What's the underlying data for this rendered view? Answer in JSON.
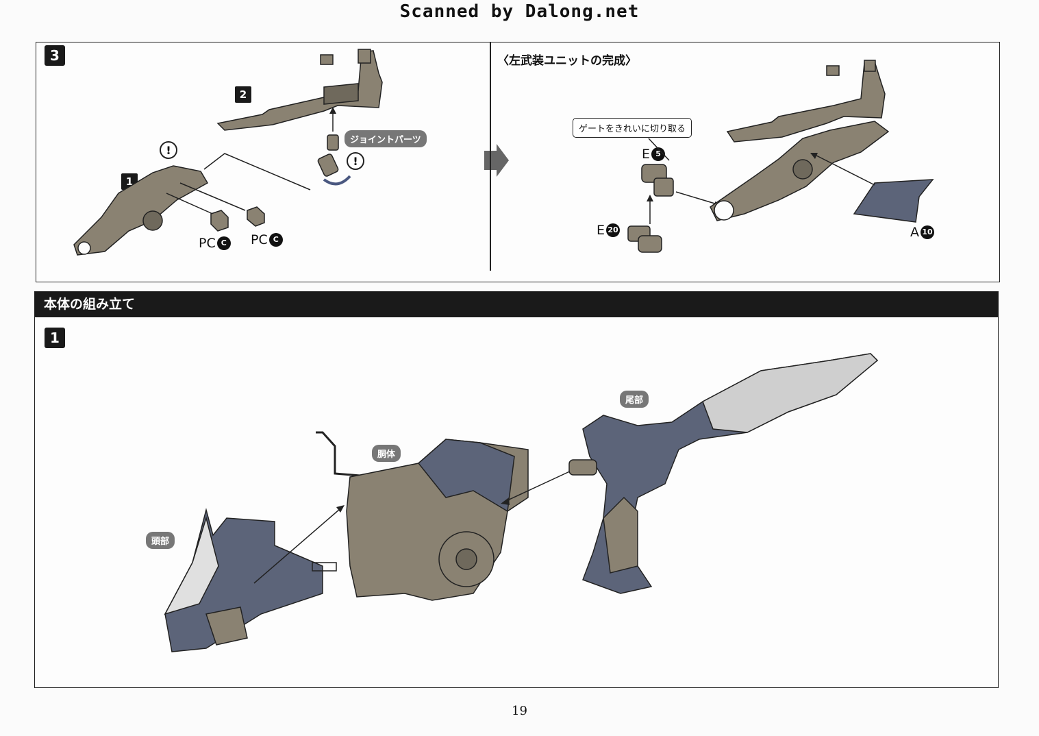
{
  "header": {
    "title": "Scanned by Dalong.net"
  },
  "step3": {
    "number": "3",
    "sub_part_1": "1",
    "sub_part_2": "2",
    "joint_callout": "ジョイントパーツ",
    "pc_label_1": "PC",
    "pc_label_2": "PC",
    "pc_badge": "C"
  },
  "completion": {
    "title": "〈左武装ユニットの完成〉",
    "gate_note": "ゲートをきれいに切り取る",
    "part_e5": "E",
    "part_e5_num": "5",
    "part_e20": "E",
    "part_e20_num": "20",
    "part_a10": "A",
    "part_a10_num": "10"
  },
  "assembly": {
    "section_title": "本体の組み立て",
    "step_number": "1",
    "callout_head": "頭部",
    "callout_body": "胴体",
    "callout_tail": "尾部"
  },
  "page_number": "19",
  "colors": {
    "part_grey": "#8a8272",
    "part_navy": "#5c6479",
    "callout_grey": "#777777",
    "ink": "#1a1a1a"
  }
}
